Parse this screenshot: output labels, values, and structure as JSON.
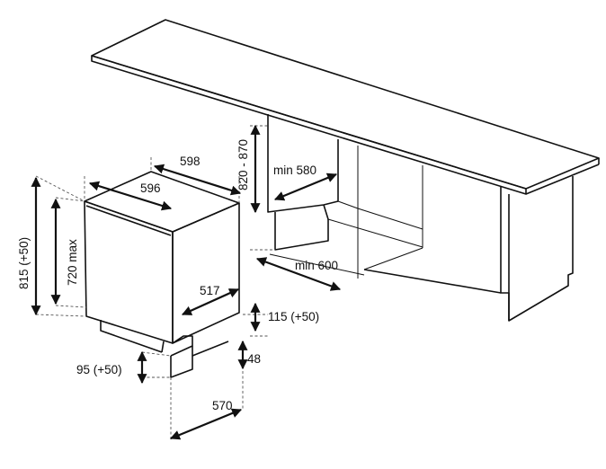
{
  "dimensions": {
    "width_top": "598",
    "width_inner": "596",
    "depth_side": "517",
    "height_range": "820 - 870",
    "niche_width": "min 580",
    "niche_depth": "min 600",
    "total_height": "815 (+50)",
    "body_height": "720 max",
    "plinth_height": "115 (+50)",
    "plinth_recess": "48",
    "foot_height": "95 (+50)",
    "base_depth": "570"
  }
}
